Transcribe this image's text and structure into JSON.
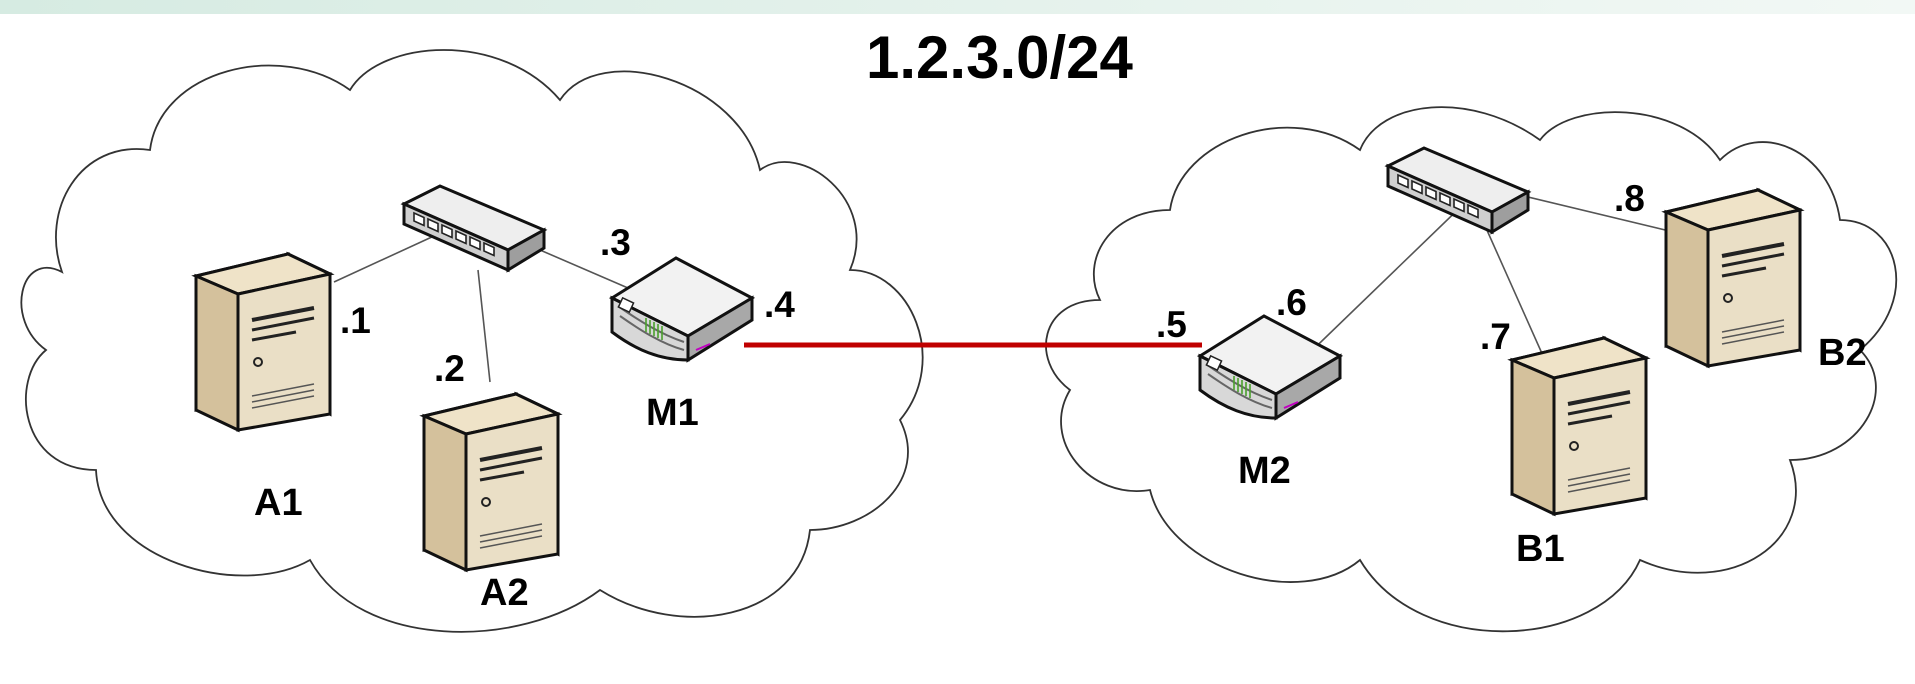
{
  "diagram": {
    "title": "1.2.3.0/24",
    "colors": {
      "top_band": "#e8f3ee",
      "link": "#c00000",
      "cable": "#555555",
      "cloud_stroke": "#333333",
      "server_face": "#e9dcc1",
      "server_side": "#b8a480",
      "switch_body": "#d9d9d9",
      "router_body": "#e6e6e6"
    },
    "nodes": {
      "A1": {
        "label": "A1",
        "type": "server",
        "icon": "server-icon"
      },
      "A2": {
        "label": "A2",
        "type": "server",
        "icon": "server-icon"
      },
      "B1": {
        "label": "B1",
        "type": "server",
        "icon": "server-icon"
      },
      "B2": {
        "label": "B2",
        "type": "server",
        "icon": "server-icon"
      },
      "M1": {
        "label": "M1",
        "type": "router",
        "icon": "router-icon"
      },
      "M2": {
        "label": "M2",
        "type": "router",
        "icon": "router-icon"
      },
      "switch_left": {
        "type": "switch",
        "icon": "switch-icon"
      },
      "switch_right": {
        "type": "switch",
        "icon": "switch-icon"
      }
    },
    "addresses": {
      "a1": ".1",
      "a2": ".2",
      "m1_lan": ".3",
      "m1_wan": ".4",
      "m2_wan": ".5",
      "m2_lan": ".6",
      "b1": ".7",
      "b2": ".8"
    },
    "links": [
      {
        "from": "A1",
        "to": "switch_left"
      },
      {
        "from": "A2",
        "to": "switch_left"
      },
      {
        "from": "M1",
        "to": "switch_left"
      },
      {
        "from": "M1",
        "to": "M2",
        "highlight": true
      },
      {
        "from": "M2",
        "to": "switch_right"
      },
      {
        "from": "B1",
        "to": "switch_right"
      },
      {
        "from": "B2",
        "to": "switch_right"
      }
    ]
  }
}
